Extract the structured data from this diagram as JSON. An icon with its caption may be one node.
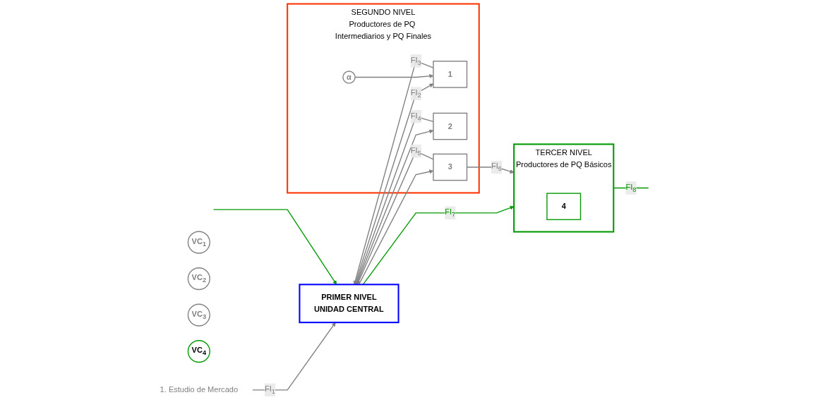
{
  "diagram": {
    "nodes": [
      {
        "text": [
          "1. Estudio de Mercado"
        ]
      },
      {
        "text": [
          "PRIMER NIVEL",
          "UNIDAD CENTRAL"
        ]
      },
      {
        "text": [
          "SEGUNDO NIVEL",
          "Productores de PQ Intermediarios y PQ Finales"
        ]
      },
      {
        "text": [
          "α"
        ],
        "in": 2
      },
      {
        "text": [
          "1"
        ],
        "in": 2
      },
      {
        "text": [
          "2"
        ],
        "in": 2
      },
      {
        "text": [
          "3"
        ],
        "in": 2
      },
      {
        "text": [
          "TERCER NIVEL",
          "Productores de PQ Básicos"
        ]
      },
      {
        "text": [
          "4"
        ],
        "in": 7
      },
      {
        "text": [
          "VC$_{1}$"
        ]
      },
      {
        "text": [
          "VC$_{2}$"
        ]
      },
      {
        "text": [
          "VC$_{3}$"
        ]
      },
      {
        "text": [
          "VC$_{4}$"
        ]
      }
    ],
    "edges": [
      {
        "from": 0,
        "to": 1,
        "arrow": "to",
        "label": "FI$_{1}$"
      },
      {
        "from": 1,
        "to": 4,
        "arrow": "to",
        "label": "FI$_{2}$"
      },
      {
        "from": 1,
        "to": 5,
        "arrow": "to"
      },
      {
        "from": 1,
        "to": 6,
        "arrow": "to"
      },
      {
        "from": 1,
        "to": 7,
        "arrow": "to",
        "label": "FI$_{7}$",
        "color": "#009900"
      },
      {
        "from": 3,
        "to": 4,
        "arrow": "to"
      },
      {
        "from": 4,
        "to": 1,
        "arrow": "to",
        "label": "FI$_{3}$"
      },
      {
        "from": 5,
        "to": 1,
        "arrow": "to",
        "label": "FI$_{4}$"
      },
      {
        "from": 6,
        "to": 1,
        "arrow": "to",
        "label": "FI$_{5}$"
      },
      {
        "from": 6,
        "to": 7,
        "arrow": "to",
        "label": "FI$_{6}$"
      },
      {
        "from": null,
        "to": 1,
        "arrow": "to",
        "color": "#009900"
      },
      {
        "from": 7,
        "to": null,
        "arrow": "none",
        "label": "FI$_{8}$",
        "color": "#009900"
      }
    ]
  }
}
